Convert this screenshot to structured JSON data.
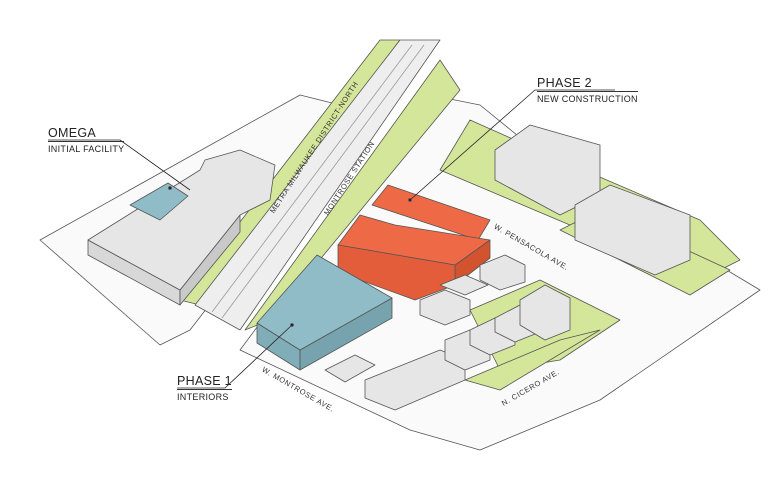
{
  "colors": {
    "phase1": "#8fbcc6",
    "phase2": "#ee6a47",
    "green": "#d4e69a",
    "building": "#e6e6e6",
    "ground": "#f3f3f3"
  },
  "labels": {
    "omega": {
      "title": "OMEGA",
      "subtitle": "INITIAL FACILITY"
    },
    "phase2": {
      "title": "PHASE 2",
      "subtitle": "NEW CONSTRUCTION"
    },
    "phase1": {
      "title": "PHASE 1",
      "subtitle": "INTERIORS"
    }
  },
  "streets": {
    "rail": "METRA MILWAUKEE DISTRICT-NORTH",
    "station": "MONTROSE STATION",
    "pensacola": "W. PENSACOLA AVE.",
    "montrose": "W. MONTROSE AVE.",
    "cicero": "N. CICERO AVE."
  }
}
